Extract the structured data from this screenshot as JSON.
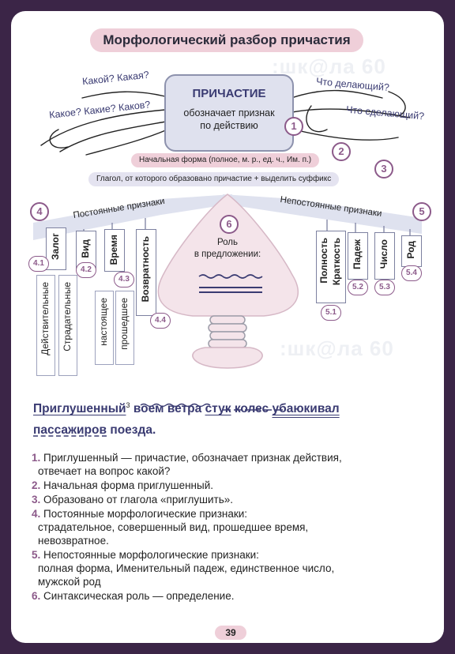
{
  "title": "Морфологический разбор причастия",
  "watermark": ":шк@ла 60",
  "questions_left": [
    "Какой? Какая?",
    "Какое? Какие? Каков?"
  ],
  "questions_right": [
    "Что делающий?",
    "Что сделающий?"
  ],
  "main_box": {
    "heading": "ПРИЧАСТИЕ",
    "desc_line1": "обозначает признак",
    "desc_line2": "по действию",
    "num": "1"
  },
  "initial_form": {
    "text": "Начальная форма (полное, м. р., ед. ч., Им. п.)",
    "num": "2"
  },
  "verb_origin": {
    "text": "Глагол, от которого образовано причастие + выделить суффикс",
    "num": "3"
  },
  "constant": {
    "label": "Постоянные признаки",
    "num": "4",
    "voice": {
      "label": "Залог",
      "num": "4.1",
      "values": [
        "Действительные",
        "Страдательные"
      ]
    },
    "aspect": {
      "label": "Вид",
      "num": "4.2"
    },
    "tense": {
      "label": "Время",
      "num": "4.3",
      "values": [
        "настоящее",
        "прошедшее"
      ]
    },
    "reflexivity": {
      "label": "Возвратность",
      "num": "4.4"
    }
  },
  "variable": {
    "label": "Непостоянные признаки",
    "num": "5",
    "fullness": {
      "label_1": "Полность",
      "label_2": "Краткость",
      "num": "5.1"
    },
    "case": {
      "label": "Падеж",
      "num": "5.2"
    },
    "number": {
      "label": "Число",
      "num": "5.3"
    },
    "gender": {
      "label": "Род",
      "num": "5.4"
    }
  },
  "role": {
    "num": "6",
    "line1": "Роль",
    "line2": "в предложении:"
  },
  "sentence": {
    "w1": "Приглушенный",
    "sup": "3",
    "w2": "воем",
    "w3": "ветра",
    "w4": "стук",
    "w5": "колес",
    "w6": "убаюкивал",
    "w7": "пассажиров",
    "w8": "поезда."
  },
  "analysis": [
    {
      "n": "1.",
      "lines": [
        "Приглушенный — причастие, обозначает признак действия,",
        "отвечает на вопрос какой?"
      ]
    },
    {
      "n": "2.",
      "lines": [
        "Начальная форма приглушенный."
      ]
    },
    {
      "n": "3.",
      "lines": [
        "Образовано от глагола «приглушить»."
      ]
    },
    {
      "n": "4.",
      "lines": [
        "Постоянные морфологические признаки:",
        "страдательное, совершенный вид, прошедшее время,",
        "невозвратное."
      ]
    },
    {
      "n": "5.",
      "lines": [
        "Непостоянные морфологические признаки:",
        "полная форма, Именительный падеж, единственное число,",
        "мужской род"
      ]
    },
    {
      "n": "6.",
      "lines": [
        "Синтаксическая роль — определение."
      ]
    }
  ],
  "page_number": "39",
  "colors": {
    "background": "#3b2547",
    "accent_pink": "#efcfd9",
    "accent_purple": "#8c5a8a",
    "text_blue": "#3a3b72",
    "box_lavender": "#dfe1ee"
  }
}
